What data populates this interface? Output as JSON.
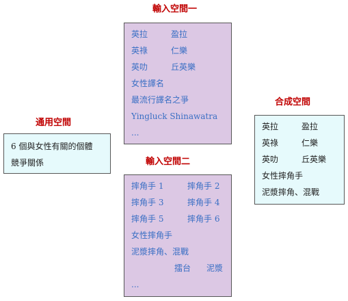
{
  "input_space_1": {
    "title": "輸入空間一",
    "rows": [
      [
        "英拉",
        "盈拉"
      ],
      [
        "英祿",
        "仁樂"
      ],
      [
        "英叻",
        "丘英樂"
      ],
      [
        "女性譯名"
      ],
      [
        "最流行譯名之爭"
      ],
      [
        "Yingluck Shinawatra"
      ],
      [
        "..."
      ]
    ]
  },
  "input_space_2": {
    "title": "輸入空間二",
    "rows": [
      [
        "摔角手 1",
        "摔角手 2"
      ],
      [
        "摔角手 3",
        "摔角手 4"
      ],
      [
        "摔角手 5",
        "摔角手 6"
      ],
      [
        "女性摔角手"
      ],
      [
        "泥漿摔角、混戰"
      ],
      [
        "擂台",
        "泥漿"
      ],
      [
        "..."
      ]
    ]
  },
  "generic_space": {
    "title": "通用空間",
    "rows": [
      [
        "6 個與女性有關的個體"
      ],
      [
        "競爭關係"
      ]
    ]
  },
  "blended_space": {
    "title": "合成空間",
    "rows": [
      [
        "英拉",
        "盈拉"
      ],
      [
        "英祿",
        "仁樂"
      ],
      [
        "英叻",
        "丘英樂"
      ],
      [
        "女性摔角手"
      ],
      [
        "泥漿摔角、混戰"
      ]
    ]
  },
  "colors": {
    "title": "#c00000",
    "input_box_bg": "#dcc8e4",
    "input_box_text": "#3a6fc4",
    "output_box_bg": "#e6fafc",
    "output_box_text": "#222222"
  }
}
